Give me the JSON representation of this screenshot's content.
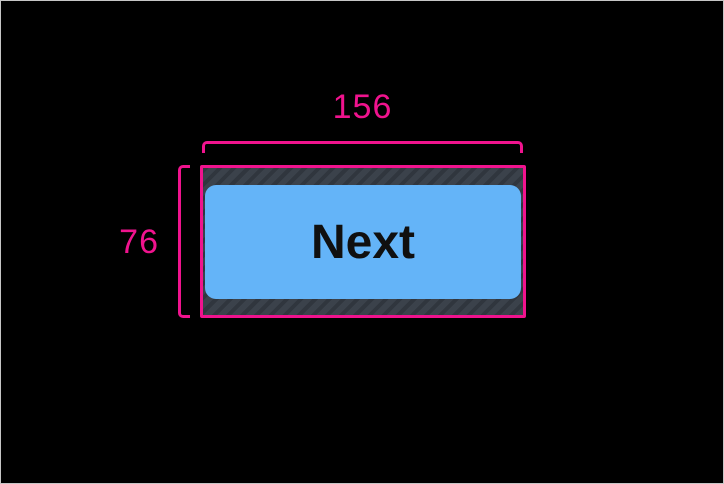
{
  "colors": {
    "canvas_background": "#000000",
    "canvas_border": "#c6c6c6",
    "annotation_pink": "#f0138e",
    "button_blue": "#64b4f8",
    "button_text": "#101010",
    "hatch_base": "#3b424b",
    "hatch_stripe": "#30363e"
  },
  "figure": {
    "width_label": "156",
    "height_label": "76",
    "button_label": "Next"
  }
}
